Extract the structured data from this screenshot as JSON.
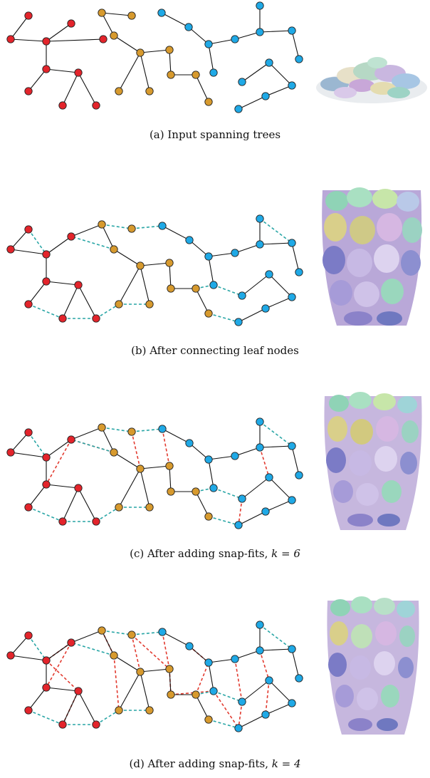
{
  "colors": {
    "red": "#e3242b",
    "orange": "#d79a2e",
    "blue": "#1fa9e6",
    "tree_edge": "#111111",
    "leaf_link": "#2aa6a6",
    "snap_fit": "#e23b30"
  },
  "panels": [
    {
      "id": "a",
      "caption": "(a) Input spanning trees",
      "caption_k": ""
    },
    {
      "id": "b",
      "caption": "(b) After connecting leaf nodes",
      "caption_k": ""
    },
    {
      "id": "c",
      "caption": "(c) After adding snap-fits, ",
      "caption_k": "k = 6"
    },
    {
      "id": "d",
      "caption": "(d) After adding snap-fits, ",
      "caption_k": "k = 4"
    }
  ]
}
